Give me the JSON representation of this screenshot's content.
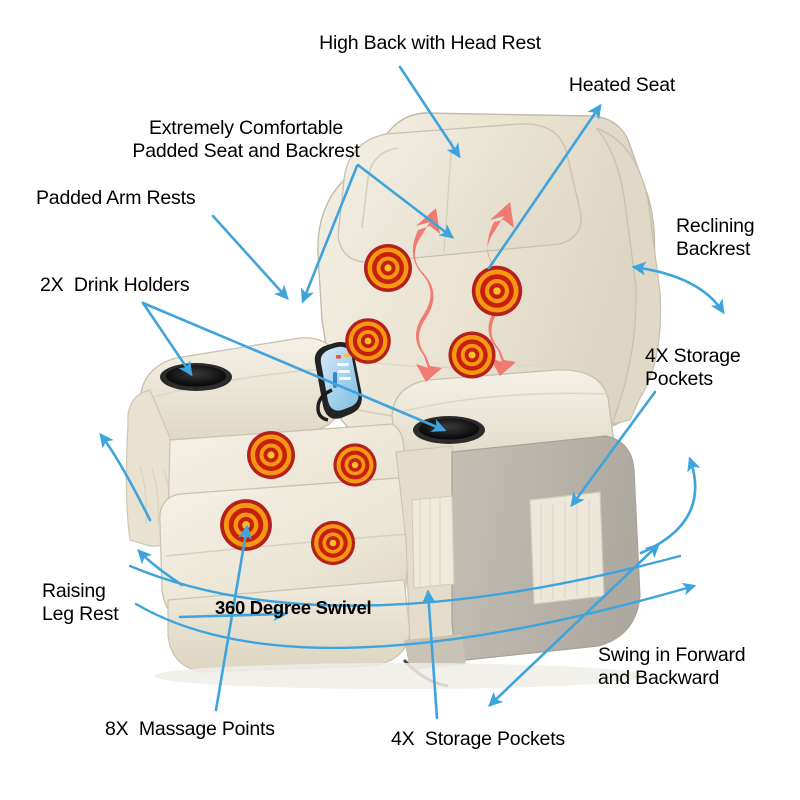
{
  "graphic": {
    "title": "Massage Recliner Chair Feature Callout Diagram",
    "background_color": "#ffffff",
    "annotation_color": "#3FA4DC",
    "text_color": "#000000",
    "heat_wave_color": "#F07B72",
    "massage_point_colors": {
      "outer_ring": "#B5201A",
      "mid_ring": "#F59A10",
      "inner_ring": "#C81E10",
      "center_dot": "#FBC02D"
    },
    "chair_colors": {
      "light_cream": "#F1ECE0",
      "cream": "#E7E0CE",
      "shadow_cream": "#D8D1BE",
      "side_panel_gray": "#B9B6AD",
      "outline": "#BDB6A4",
      "cup_holder": "#171717"
    }
  },
  "callouts": [
    {
      "id": "high-back-head-rest",
      "label": "High Back with Head Rest"
    },
    {
      "id": "heated-seat",
      "label": "Heated Seat"
    },
    {
      "id": "extremely-comfortable",
      "label": "Extremely Comfortable\nPadded Seat and Backrest"
    },
    {
      "id": "padded-arm-rests",
      "label": "Padded Arm Rests"
    },
    {
      "id": "drink-holders",
      "label": "2X  Drink Holders"
    },
    {
      "id": "reclining-backrest",
      "label": "Reclining\nBackrest"
    },
    {
      "id": "storage-pockets-right",
      "label": "4X Storage\nPockets"
    },
    {
      "id": "raising-leg-rest",
      "label": "Raising\nLeg Rest"
    },
    {
      "id": "swivel",
      "label": "360 Degree Swivel"
    },
    {
      "id": "massage-points",
      "label": "8X  Massage Points"
    },
    {
      "id": "storage-pockets-bottom",
      "label": "4X  Storage Pockets"
    },
    {
      "id": "swing-forward-backward",
      "label": "Swing in Forward\nand Backward"
    }
  ],
  "features": {
    "massage_point_count": 8,
    "storage_pocket_count": 4,
    "drink_holder_count": 2,
    "swivel_degrees": "360"
  }
}
